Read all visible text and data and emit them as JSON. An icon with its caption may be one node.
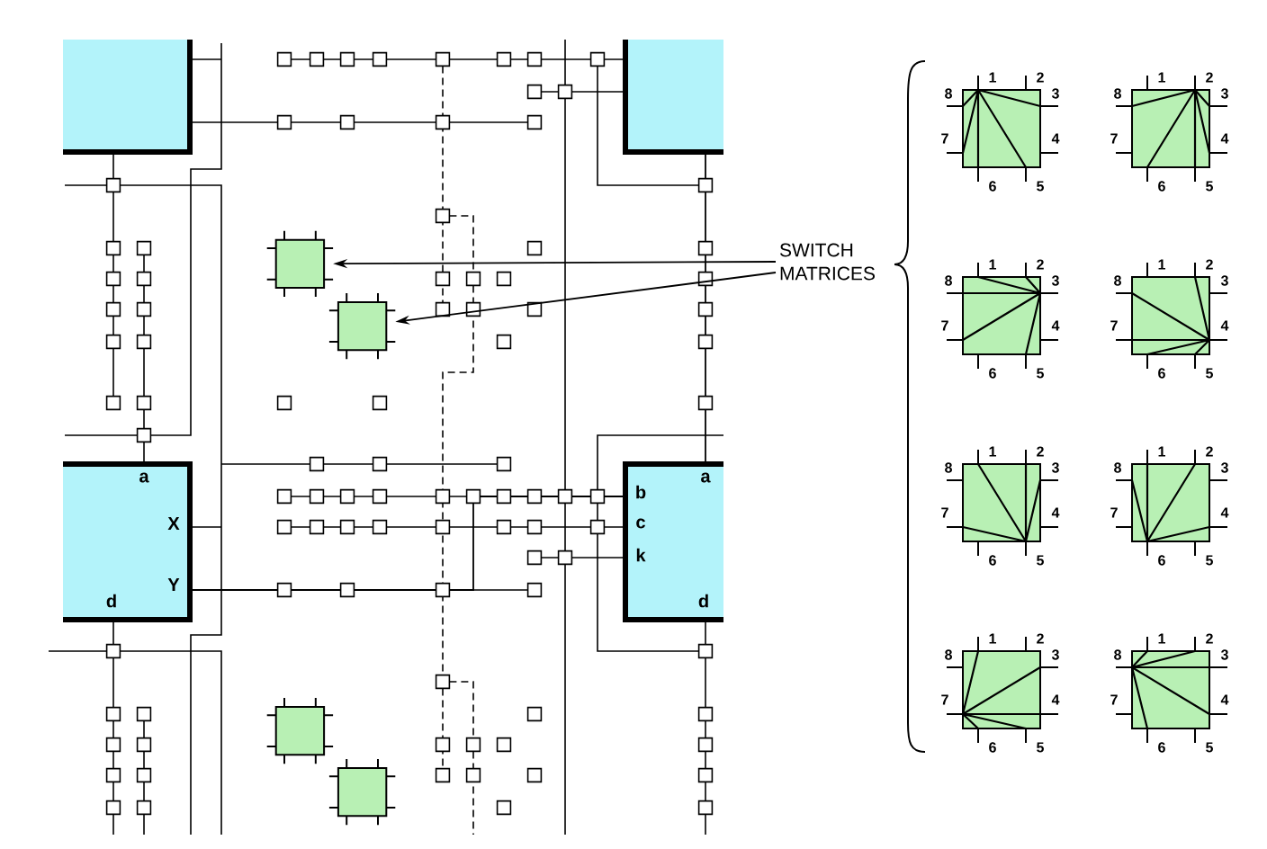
{
  "diagram": {
    "nodes": [
      {
        "text": [],
        "shape": "box"
      },
      {
        "text": [],
        "shape": "box"
      },
      {
        "text": [],
        "shape": "box"
      },
      {
        "text": [
          "SWITCH MATRICES"
        ]
      },
      {
        "text": [],
        "shape": "box"
      },
      {
        "text": [
          "a",
          "X",
          "Y",
          "d"
        ]
      },
      {
        "text": [
          "a",
          "b",
          "c",
          "k",
          "d"
        ]
      },
      {
        "text": [],
        "shape": "box"
      },
      {
        "text": [],
        "shape": "box"
      }
    ],
    "edges": [
      {
        "from": 3,
        "to": 2,
        "arrow": "to"
      },
      {
        "from": 3,
        "to": 4,
        "arrow": "to"
      },
      {
        "from": 1,
        "to": 6,
        "arrow": "none"
      },
      {
        "from": 5,
        "to": 6,
        "arrow": "none"
      }
    ],
    "labels": [
      "1",
      "2",
      "8",
      "3",
      "7",
      "4",
      "6",
      "5",
      "1",
      "2",
      "8",
      "3",
      "7",
      "4",
      "6",
      "5",
      "1",
      "2",
      "8",
      "3",
      "7",
      "4",
      "6",
      "5",
      "1",
      "2",
      "8",
      "3",
      "7",
      "4",
      "6",
      "5",
      "1",
      "2",
      "8",
      "3",
      "7",
      "4",
      "6",
      "5",
      "1",
      "2",
      "8",
      "3",
      "7",
      "4",
      "6",
      "5",
      "1",
      "2",
      "8",
      "3",
      "7",
      "4",
      "6",
      "5",
      "1",
      "2",
      "8",
      "3",
      "7",
      "4",
      "6",
      "5"
    ]
  }
}
